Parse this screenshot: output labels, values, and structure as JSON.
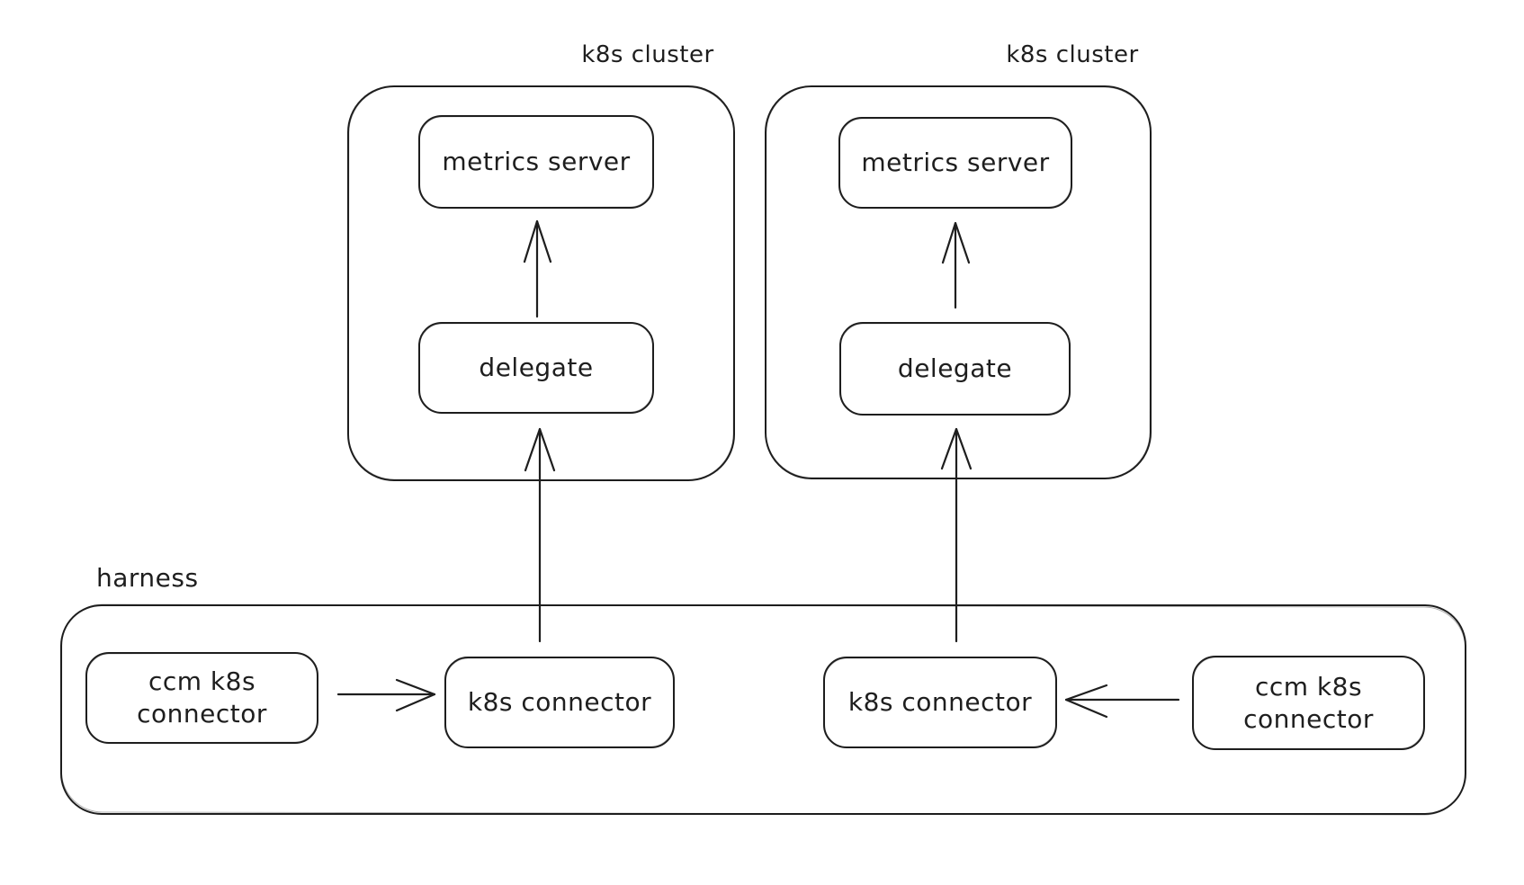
{
  "theme": {
    "background": "#ffffff",
    "stroke": "#1e1e1e",
    "text": "#1e1e1e"
  },
  "clusters": [
    {
      "title": "k8s cluster",
      "metrics_server": "metrics server",
      "delegate": "delegate"
    },
    {
      "title": "k8s cluster",
      "metrics_server": "metrics server",
      "delegate": "delegate"
    }
  ],
  "harness": {
    "title": "harness",
    "left_pair": {
      "ccm_connector": "ccm k8s connector",
      "k8s_connector": "k8s connector"
    },
    "right_pair": {
      "ccm_connector": "ccm k8s connector",
      "k8s_connector": "k8s connector"
    }
  },
  "arrows": [
    {
      "from": "delegate",
      "to": "metrics server",
      "cluster": 1
    },
    {
      "from": "delegate",
      "to": "metrics server",
      "cluster": 2
    },
    {
      "from": "k8s connector",
      "to": "delegate",
      "cluster": 1
    },
    {
      "from": "k8s connector",
      "to": "delegate",
      "cluster": 2
    },
    {
      "from": "ccm k8s connector",
      "to": "k8s connector",
      "side": "left"
    },
    {
      "from": "ccm k8s connector",
      "to": "k8s connector",
      "side": "right"
    }
  ]
}
